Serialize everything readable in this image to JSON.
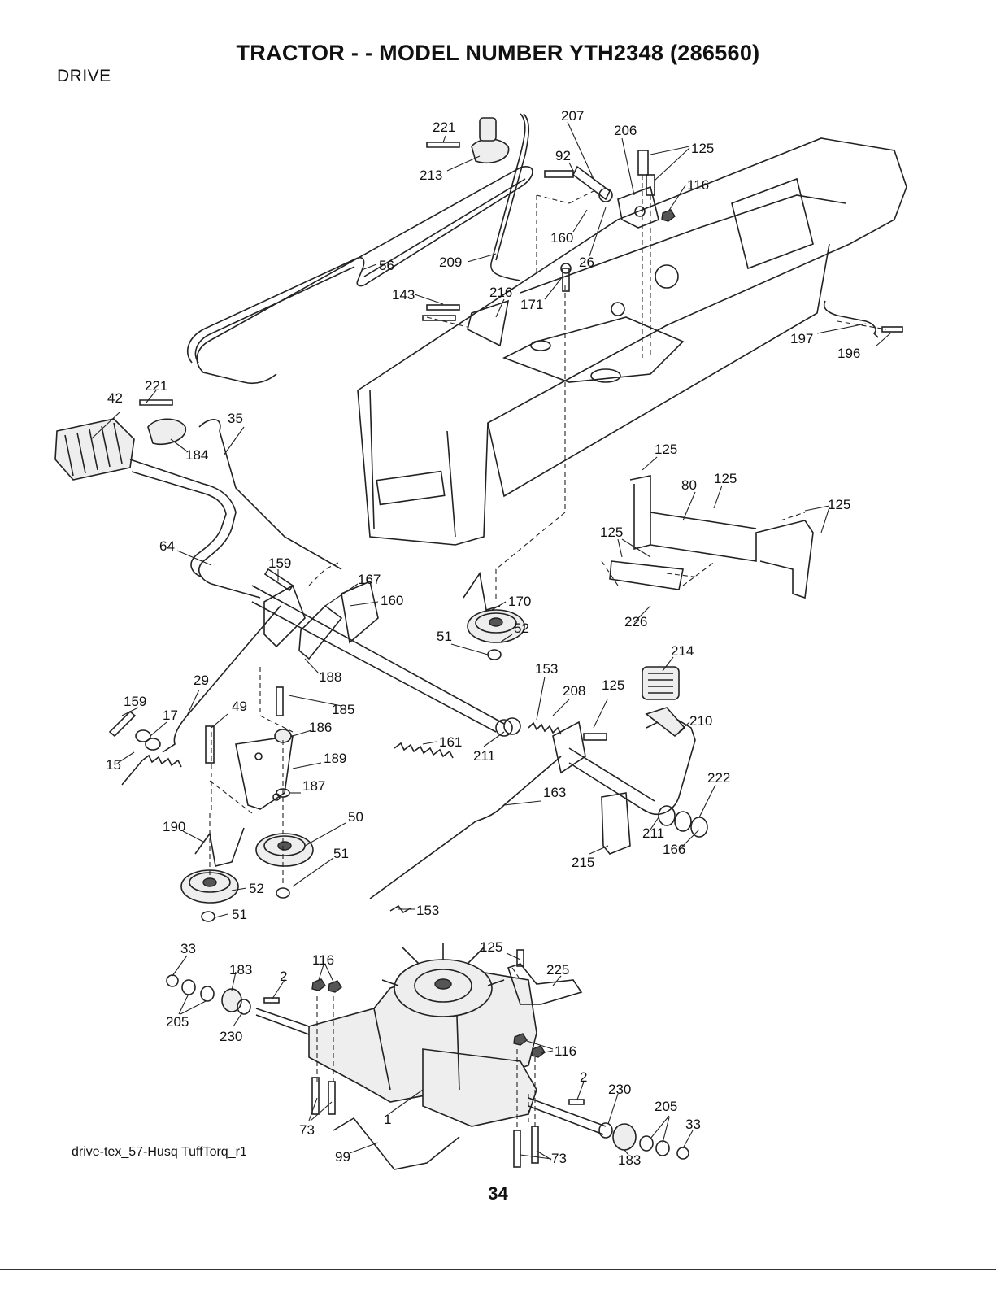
{
  "header": {
    "title": "TRACTOR - - MODEL NUMBER YTH2348 (286560)",
    "section": "DRIVE"
  },
  "caption": "drive-tex_57-Husq TuffTorq_r1",
  "page_number": "34",
  "callouts": [
    "221",
    "207",
    "206",
    "125",
    "92",
    "213",
    "116",
    "160",
    "26",
    "209",
    "56",
    "143",
    "216",
    "171",
    "197",
    "196",
    "221",
    "42",
    "35",
    "184",
    "125",
    "80",
    "125",
    "125",
    "125",
    "64",
    "159",
    "167",
    "160",
    "170",
    "52",
    "226",
    "51",
    "214",
    "153",
    "208",
    "125",
    "29",
    "188",
    "185",
    "159",
    "17",
    "49",
    "186",
    "210",
    "161",
    "211",
    "189",
    "15",
    "187",
    "222",
    "163",
    "50",
    "190",
    "211",
    "166",
    "51",
    "215",
    "52",
    "51",
    "153",
    "33",
    "125",
    "183",
    "116",
    "225",
    "2",
    "205",
    "230",
    "116",
    "2",
    "230",
    "205",
    "33",
    "73",
    "1",
    "99",
    "73",
    "183"
  ]
}
